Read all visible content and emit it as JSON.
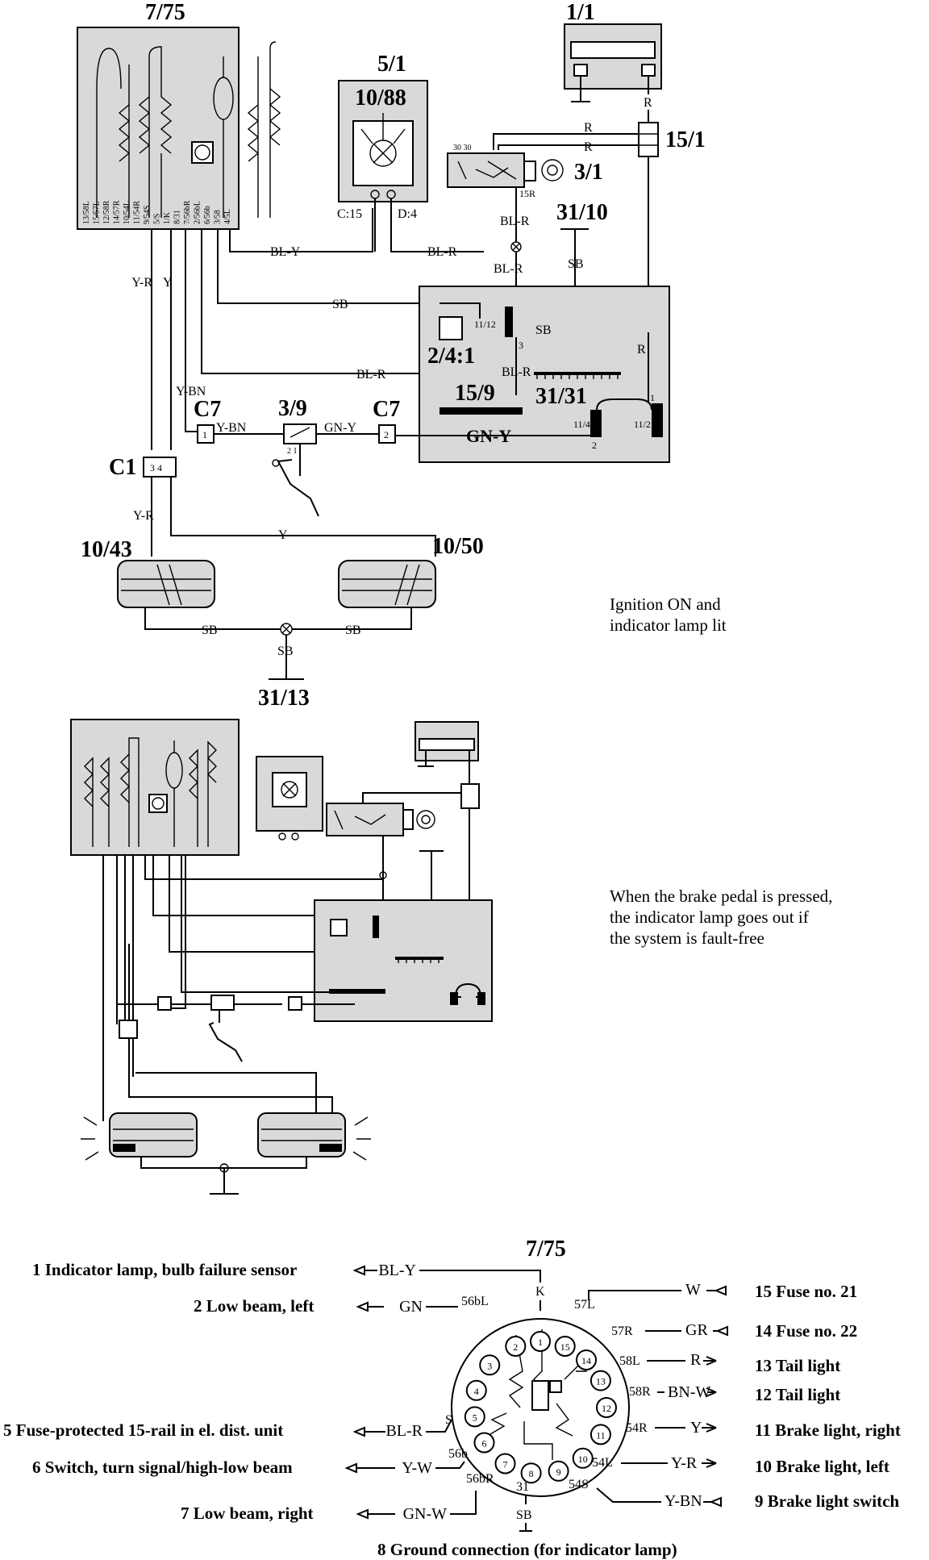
{
  "top": {
    "components": {
      "c775": "7/75",
      "c11": "1/1",
      "c51": "5/1",
      "c1088": "10/88",
      "c151": "15/1",
      "c31": "3/1",
      "c3110": "31/10",
      "c241": "2/4:1",
      "c1112": "11/12",
      "c159": "15/9",
      "c3131": "31/31",
      "c39": "3/9",
      "c7a": "C7",
      "c7b": "C7",
      "c1": "C1",
      "c1043": "10/43",
      "c1050": "10/50",
      "c3113": "31/13",
      "c114": "11/4",
      "c112": "11/2"
    },
    "pins": {
      "c15": "C:15",
      "d4": "D:4",
      "p3030": "30 30",
      "p15r": "15R",
      "p3": "3",
      "p1a": "1",
      "p2a": "2",
      "c1pins": "3 4",
      "c7pin1": "1",
      "c7pin2": "2",
      "sw_pins": "2    1"
    },
    "relay_labels": [
      "13/58L",
      "15/57L",
      "12/58R",
      "14/57R",
      "10/54L",
      "11/54R",
      "9/54S",
      "5/S",
      "1/K",
      "8/31",
      "7/56bR",
      "2/56bL",
      "6/56b",
      "3/58",
      "4/5L"
    ],
    "wires": {
      "bl_y": "BL-Y",
      "bl_r_1": "BL-R",
      "bl_r_2": "BL-R",
      "bl_r_3": "BL-R",
      "bl_r_4": "BL-R",
      "bl_r_5": "BL-R",
      "r_1": "R",
      "r_2": "R",
      "r_3": "R",
      "r_4": "R",
      "sb_1": "SB",
      "sb_2": "SB",
      "sb_3": "SB",
      "sb_4": "SB",
      "sb_5": "SB",
      "sb_6": "SB",
      "yr_1": "Y-R",
      "yr_2": "Y-R",
      "y_1": "Y",
      "y_2": "Y",
      "ybn_1": "Y-BN",
      "ybn_2": "Y-BN",
      "gny_1": "GN-Y",
      "gny_2": "GN-Y"
    },
    "caption": [
      "Ignition ON and",
      "indicator lamp lit"
    ]
  },
  "middle": {
    "caption": [
      "When the brake pedal is pressed,",
      "the indicator lamp goes out if",
      "the system is fault-free"
    ]
  },
  "legend": {
    "title": "7/75",
    "left_items": [
      {
        "text": "1  Indicator lamp, bulb failure sensor",
        "wire": "BL-Y"
      },
      {
        "text": "2  Low beam, left",
        "wire": "GN"
      },
      {
        "text": "5  Fuse-protected 15-rail in el. dist. unit",
        "wire": "BL-R"
      },
      {
        "text": "6  Switch, turn signal/high-low beam",
        "wire": "Y-W"
      },
      {
        "text": "7  Low beam, right",
        "wire": "GN-W"
      }
    ],
    "right_items": [
      {
        "text": "15  Fuse no. 21",
        "wire": "W"
      },
      {
        "text": "14  Fuse no. 22",
        "wire": "GR"
      },
      {
        "text": "13  Tail light",
        "wire": "R"
      },
      {
        "text": "12  Tail light",
        "wire": "BN-W"
      },
      {
        "text": "11  Brake light, right",
        "wire": "Y"
      },
      {
        "text": "10  Brake light, left",
        "wire": "Y-R"
      },
      {
        "text": "9  Brake light switch",
        "wire": "Y-BN"
      }
    ],
    "terminals": {
      "k": "K",
      "t56bl": "56bL",
      "t57l": "57L",
      "t57r": "57R",
      "t58l": "58L",
      "t58r": "58R",
      "ts": "S",
      "t54r": "54R",
      "t56b": "56b",
      "t54l": "54L",
      "t56br": "56bR",
      "t54s": "54S",
      "t31": "31",
      "tsb": "SB"
    },
    "pin_numbers": [
      "1",
      "2",
      "3",
      "4",
      "5",
      "6",
      "7",
      "8",
      "9",
      "10",
      "11",
      "12",
      "13",
      "14",
      "15"
    ],
    "bottom": "8 Ground connection (for indicator lamp)"
  }
}
